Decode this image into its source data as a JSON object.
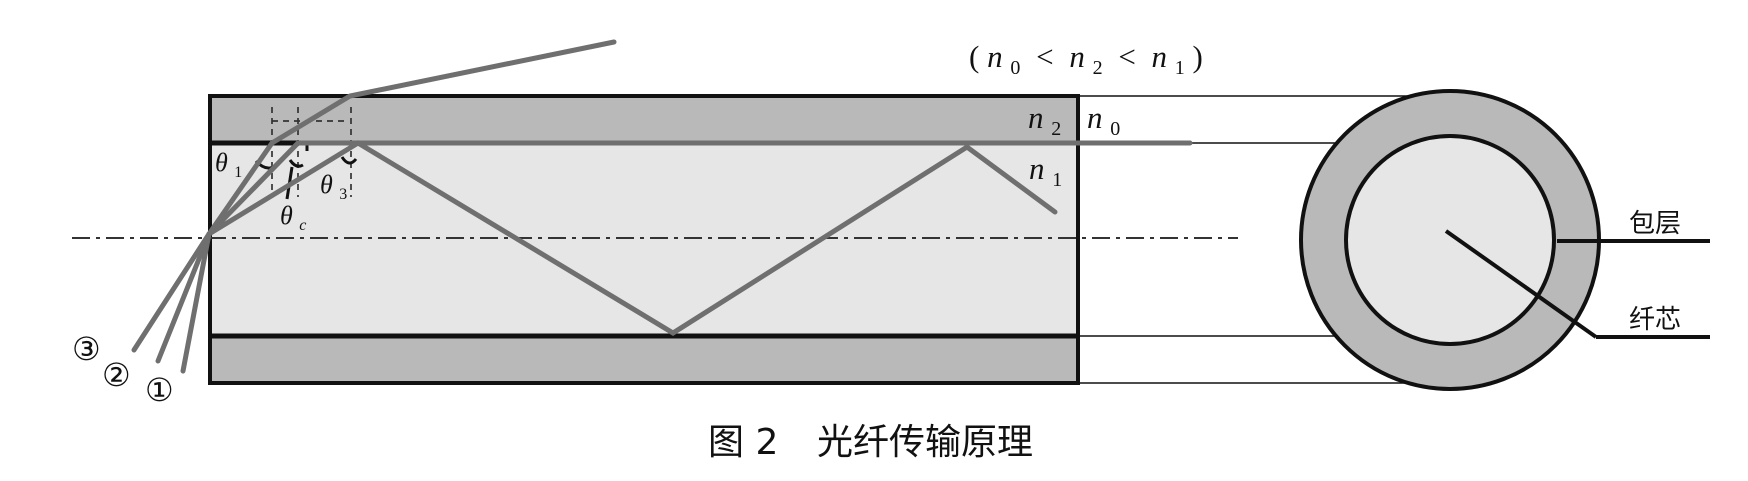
{
  "condition": {
    "open": "(",
    "n0": "n",
    "n0_sub": "0",
    "lt1": "<",
    "n2": "n",
    "n2_sub": "2",
    "lt2": "<",
    "n1": "n",
    "n1_sub": "1",
    "close": ")"
  },
  "labels": {
    "cladding_index": {
      "base": "n",
      "sub": "2"
    },
    "outside_index": {
      "base": "n",
      "sub": "0"
    },
    "core_index": {
      "base": "n",
      "sub": "1"
    },
    "theta1": {
      "base": "θ",
      "sub": "1"
    },
    "theta_c": {
      "base": "θ",
      "sub": "c"
    },
    "theta3": {
      "base": "θ",
      "sub": "3"
    },
    "ray1": "①",
    "ray2": "②",
    "ray3": "③",
    "cladding_label": "包层",
    "core_label": "纤芯"
  },
  "caption": {
    "figure_no": "图 2",
    "title": "光纤传输原理"
  },
  "colors": {
    "cladding": "#b9b9b9",
    "core": "#e6e6e6",
    "ray": "#6f6f6f",
    "outline": "#111111"
  }
}
